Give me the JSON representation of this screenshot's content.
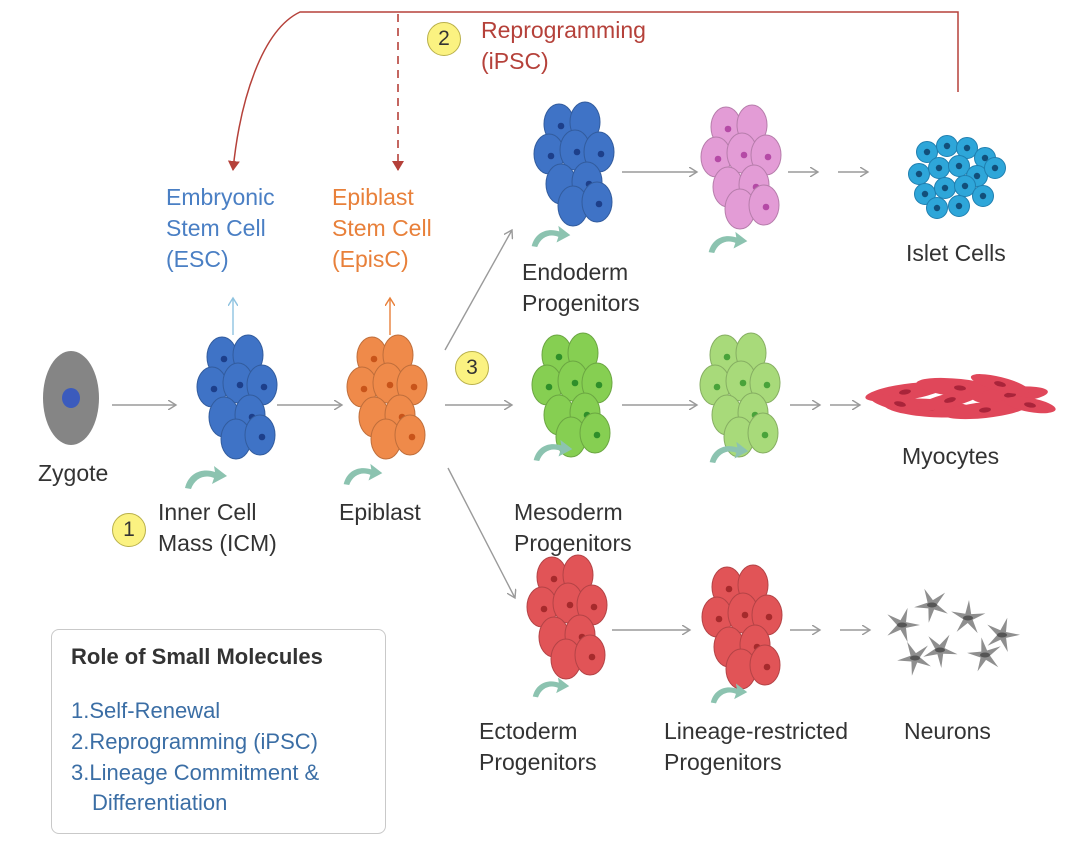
{
  "nodes": {
    "zygote": "Zygote",
    "icm": [
      "Inner Cell",
      "Mass (ICM)"
    ],
    "esc": [
      "Embryonic",
      "Stem Cell",
      "(ESC)"
    ],
    "epiblast": "Epiblast",
    "episc": [
      "Epiblast",
      "Stem Cell",
      "(EpisC)"
    ],
    "endoderm": [
      "Endoderm",
      "Progenitors"
    ],
    "mesoderm": [
      "Mesoderm",
      "Progenitors"
    ],
    "ectoderm": [
      "Ectoderm",
      "Progenitors"
    ],
    "lineage": [
      "Lineage-restricted",
      "Progenitors"
    ],
    "islet": "Islet Cells",
    "myocytes": "Myocytes",
    "neurons": "Neurons"
  },
  "reprogramming": [
    "Reprogramming",
    "(iPSC)"
  ],
  "badges": [
    "1",
    "2",
    "3"
  ],
  "legend": {
    "title": "Role of Small Molecules",
    "items": [
      "1.Self-Renewal",
      "2.Reprogramming (iPSC)",
      "3.Lineage Commitment &",
      "Differentiation"
    ]
  },
  "colors": {
    "esc_text": "#4a7fc4",
    "episc_text": "#e8803a",
    "reprogramming": "#b5413a",
    "badge": "#fbf281",
    "legend_text": "#3b6ea5",
    "icm_cells": "#3f73c6",
    "epiblast_cells": "#ef8a4a",
    "endoderm_cells": "#3f73c6",
    "endoderm_next_cells": "#e39cd6",
    "islet_cells": "#2ea6d9",
    "mesoderm_cells": "#86cf52",
    "mesoderm_next_cells": "#a8da7a",
    "myocytes": "#e0475a",
    "ectoderm_cells": "#e15457",
    "neurons": "#8f8f8f"
  }
}
